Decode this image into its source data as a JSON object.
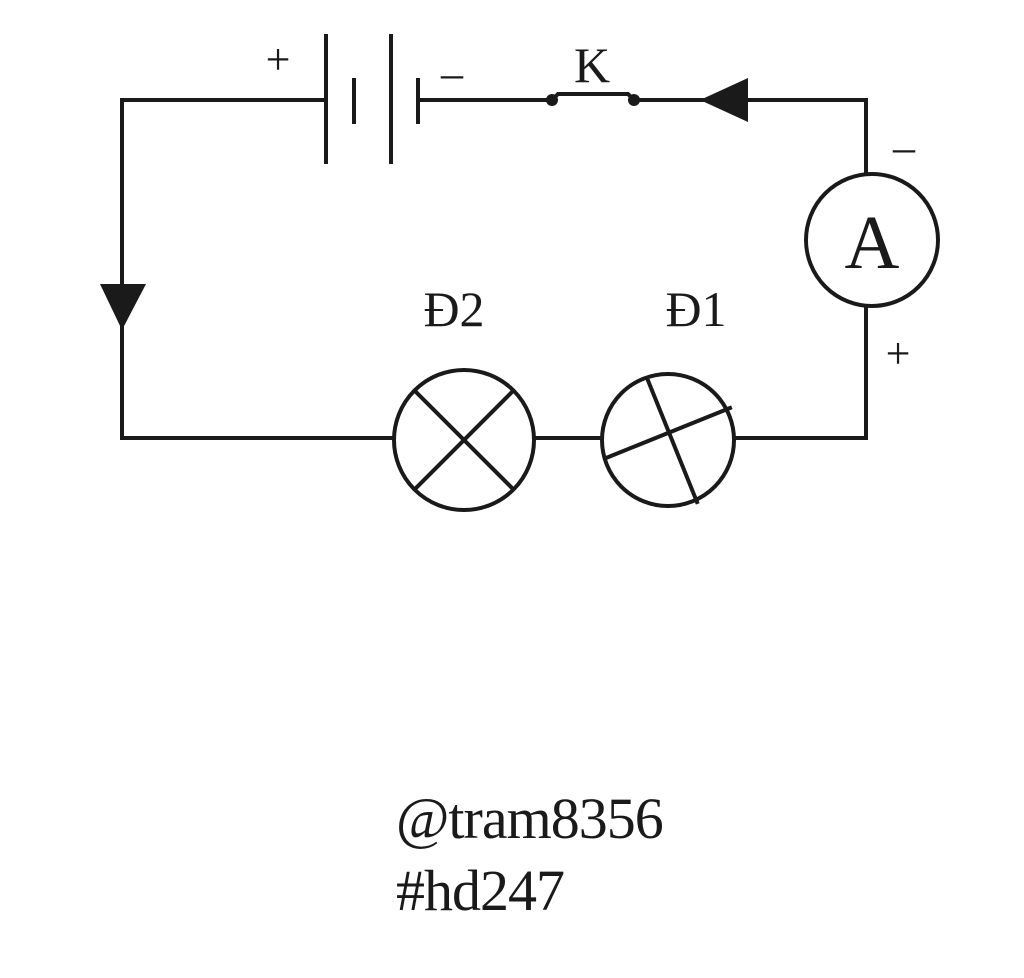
{
  "diagram": {
    "battery": {
      "plus_label": "+",
      "minus_label": "–"
    },
    "switch_label": "K",
    "ammeter": {
      "label": "A",
      "minus_label": "–",
      "plus_label": "+"
    },
    "lamps": [
      {
        "label": "Đ2"
      },
      {
        "label": "Đ1"
      }
    ]
  },
  "credits": {
    "user": "@tram8356",
    "tag": "#hd247"
  }
}
